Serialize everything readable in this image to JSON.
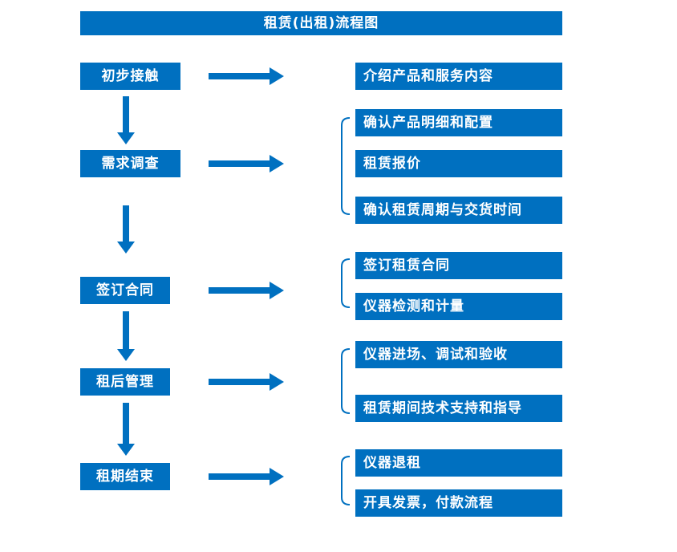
{
  "title": "租赁(出租)流程图",
  "colors": {
    "accent": "#0070C0",
    "text": "#ffffff",
    "background": "#ffffff"
  },
  "steps": [
    {
      "label": "初步接触",
      "details": [
        "介绍产品和服务内容"
      ]
    },
    {
      "label": "需求调查",
      "details": [
        "确认产品明细和配置",
        "租赁报价",
        "确认租赁周期与交货时间"
      ]
    },
    {
      "label": "签订合同",
      "details": [
        "签订租赁合同",
        "仪器检测和计量"
      ]
    },
    {
      "label": "租后管理",
      "details": [
        "仪器进场、调试和验收",
        "租赁期间技术支持和指导"
      ]
    },
    {
      "label": "租期结束",
      "details": [
        "仪器退租",
        "开具发票，付款流程"
      ]
    }
  ]
}
